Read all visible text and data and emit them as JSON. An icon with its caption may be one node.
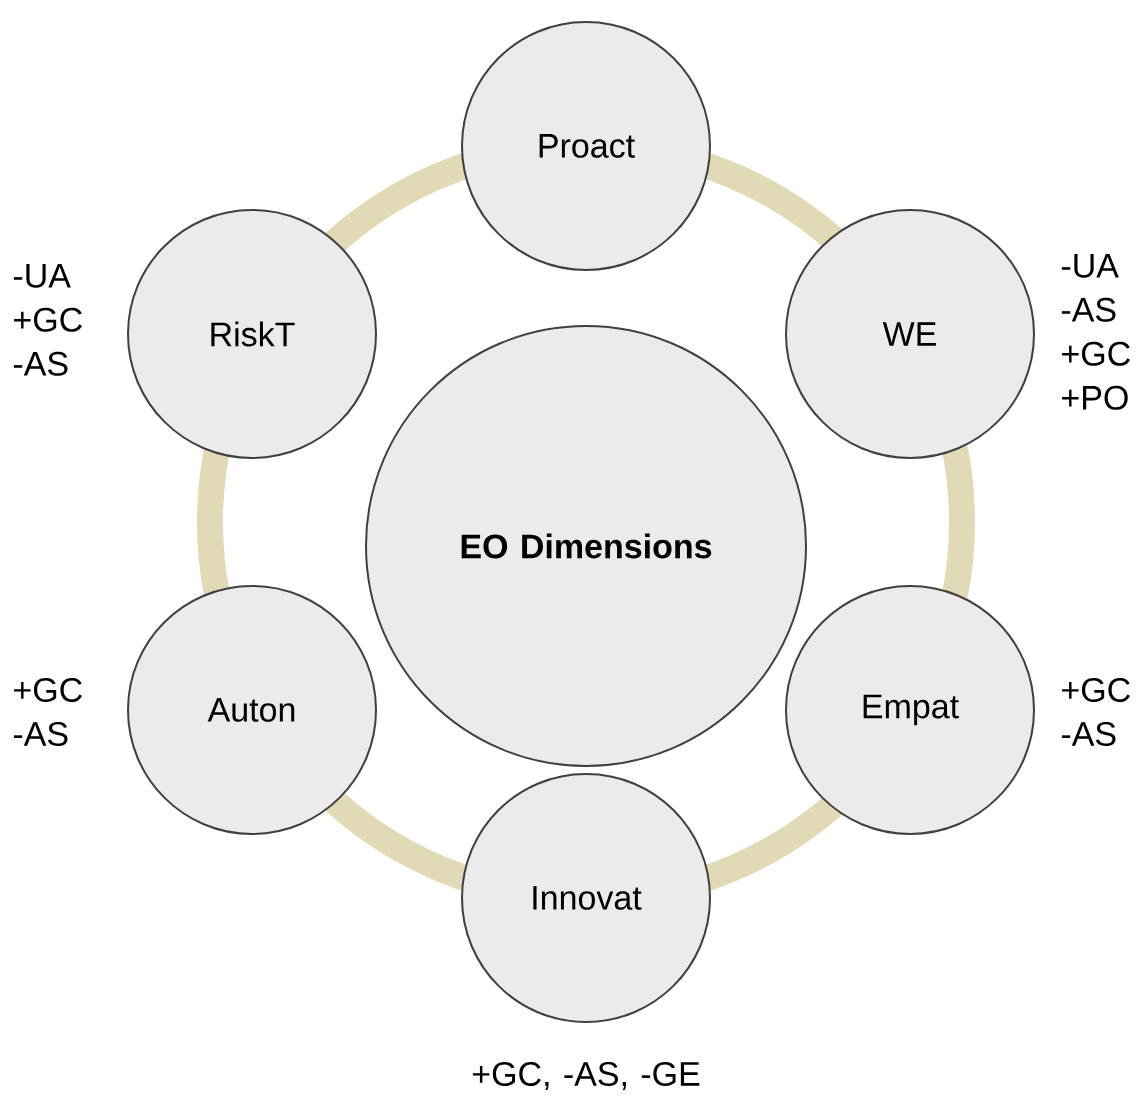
{
  "diagram": {
    "nodes": [
      {
        "text": [
          "Proact"
        ]
      },
      {
        "text": [
          "RiskT"
        ],
        "beside": [
          "-UA +GC -AS"
        ]
      },
      {
        "text": [
          "WE"
        ],
        "beside": [
          "-UA -AS +GC +PO"
        ]
      },
      {
        "text": [
          "**EO Dimensions**"
        ]
      },
      {
        "text": [
          "Auton"
        ],
        "beside": [
          "+GC -AS"
        ]
      },
      {
        "text": [
          "Empat"
        ],
        "beside": [
          "+GC -AS"
        ]
      },
      {
        "text": [
          "Innovat"
        ],
        "beside": [
          "+GC, -AS, -GE"
        ]
      }
    ]
  }
}
